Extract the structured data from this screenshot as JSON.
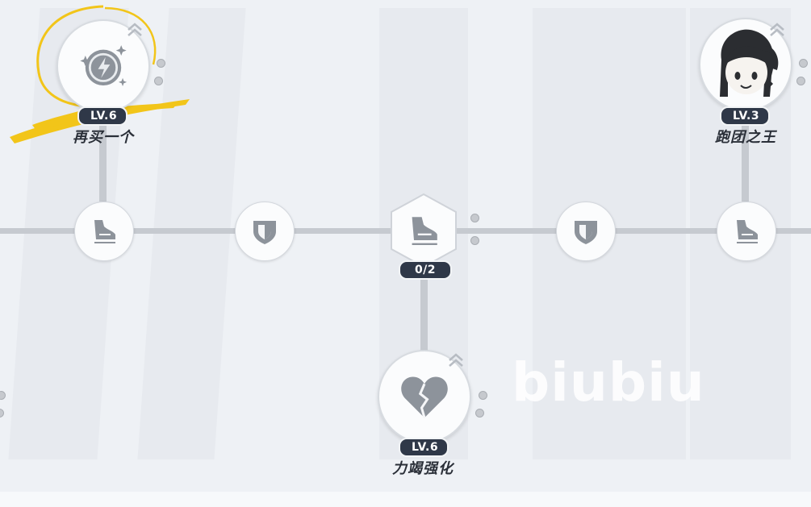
{
  "skills": {
    "top_left": {
      "level": "LV.6",
      "name": "再买一个",
      "icon": "sparkle-orb-icon"
    },
    "top_right": {
      "level": "LV.3",
      "name": "跑团之王",
      "icon": "character-portrait-icon"
    },
    "bottom": {
      "level": "LV.6",
      "name": "力竭强化",
      "icon": "broken-heart-icon"
    }
  },
  "center_node": {
    "progress": "0/2",
    "progress_value": 0,
    "progress_max": 2,
    "icon": "shoe-icon"
  },
  "small_nodes": [
    {
      "icon": "shoe-icon"
    },
    {
      "icon": "shield-icon"
    },
    {
      "icon": "shield-icon"
    },
    {
      "icon": "shoe-icon"
    }
  ],
  "watermark": "biubiu",
  "colors": {
    "badge_bg": "#2f3848",
    "highlight_yellow": "#f2c519",
    "line": "#c6cad0",
    "icon_gray": "#8d939b"
  }
}
